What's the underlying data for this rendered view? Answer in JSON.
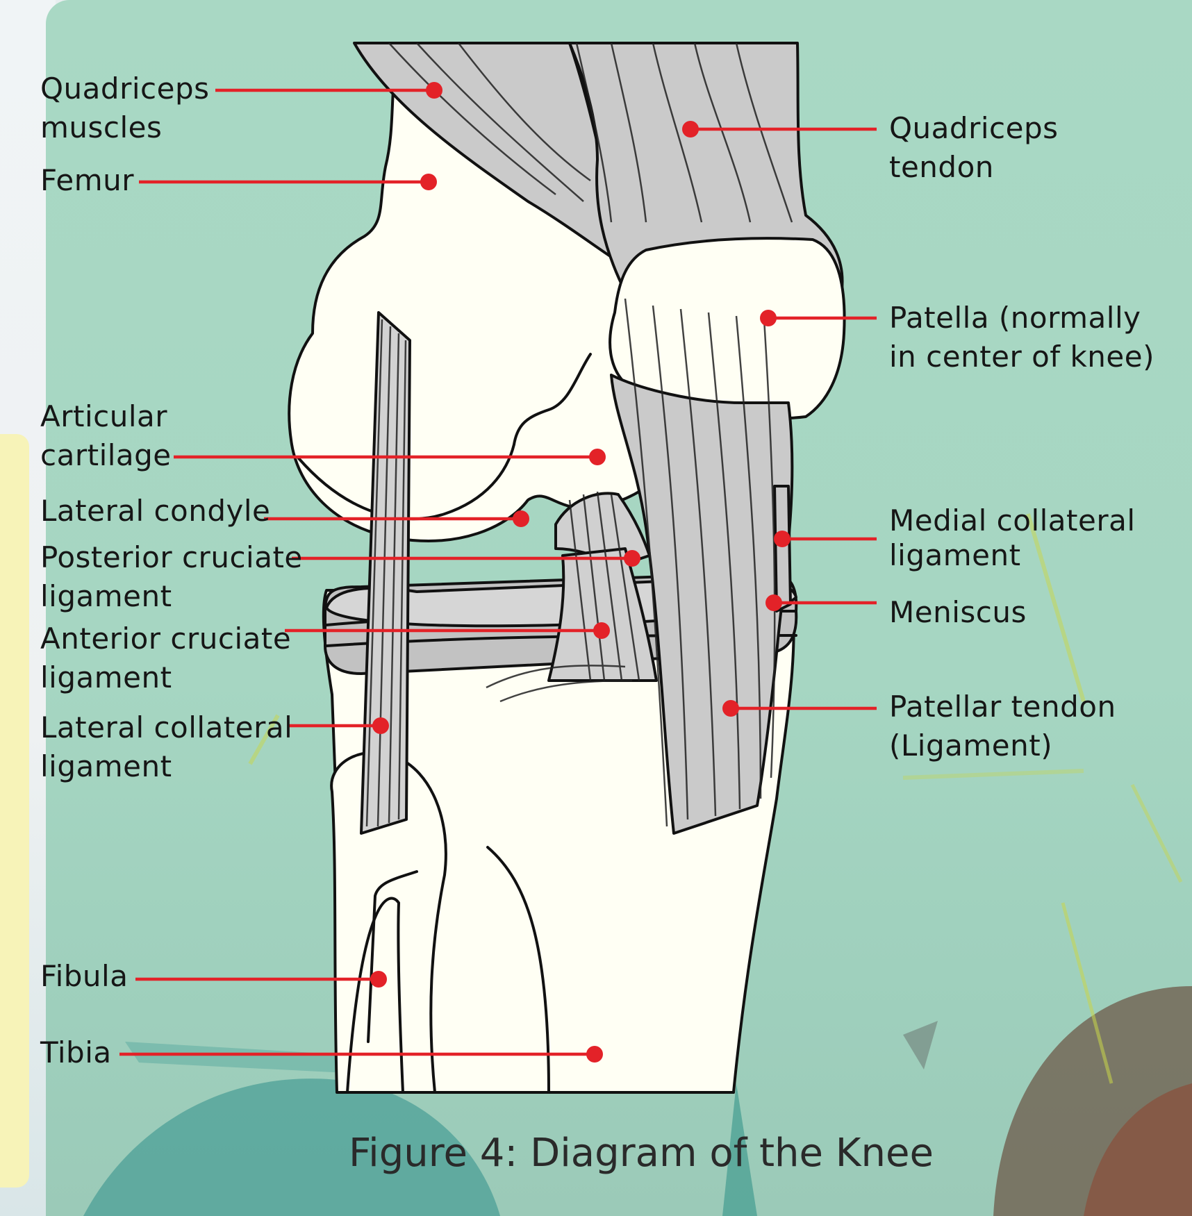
{
  "labels": {
    "quadriceps_muscles": [
      "Quadriceps",
      "muscles"
    ],
    "femur": "Femur",
    "articular_cartilage": [
      "Articular",
      "cartilage"
    ],
    "lateral_condyle": "Lateral condyle",
    "posterior_cruciate": [
      "Posterior cruciate",
      "ligament"
    ],
    "anterior_cruciate": [
      "Anterior cruciate",
      "ligament"
    ],
    "lateral_collateral": [
      "Lateral collateral",
      "ligament"
    ],
    "fibula": "Fibula",
    "tibia": "Tibia",
    "quadriceps_tendon": [
      "Quadriceps",
      "tendon"
    ],
    "patella": [
      "Patella (normally",
      "in center of knee)"
    ],
    "medial_collateral": [
      "Medial collateral",
      "ligament"
    ],
    "meniscus": "Meniscus",
    "patellar_tendon": [
      "Patellar tendon",
      "(Ligament)"
    ]
  },
  "caption": "Figure 4: Diagram of the Knee",
  "colors": {
    "leader_line": "#e32228",
    "bone": "#fffff4",
    "ligament": "#c8c8c8",
    "card_background": "#a9d8c4"
  }
}
